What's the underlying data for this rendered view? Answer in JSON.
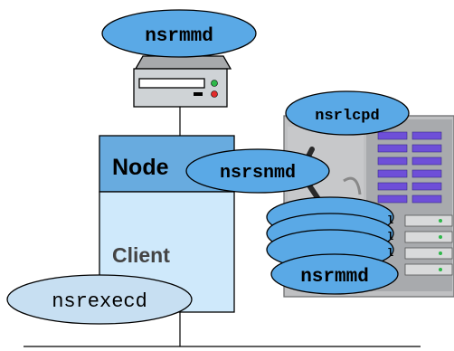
{
  "diagram": {
    "top_daemon": "nsrmmd",
    "library_daemon": "nsrlcpd",
    "node_daemon": "nsrsnmd",
    "node_title": "Node",
    "client_label": "Client",
    "client_daemon": "nsrexecd",
    "stacked_daemon": "nsrmmd"
  },
  "colors": {
    "ellipse_fill": "#5aa9e6",
    "ellipse_light_fill": "#c7dff2",
    "node_header": "#68abdf",
    "client_body": "#cfe9fb",
    "library_panel": "#6e4fd8",
    "line": "#000000"
  }
}
